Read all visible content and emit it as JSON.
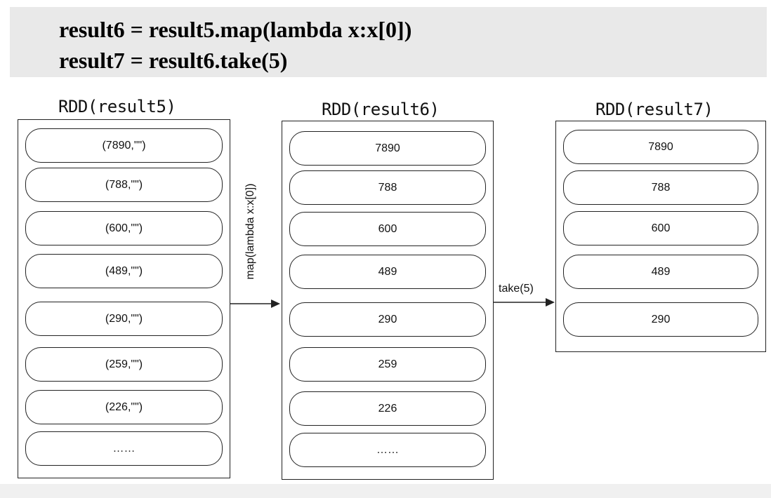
{
  "code": {
    "line1": "result6 = result5.map(lambda x:x[0])",
    "line2": "result7 = result6.take(5)"
  },
  "rdd_result5": {
    "title": "RDD(result5)",
    "items": [
      "(7890,\"\")",
      "(788,\"\")",
      "(600,\"\")",
      "(489,\"\")",
      "(290,\"\")",
      "(259,\"\")",
      "(226,\"\")",
      "……"
    ]
  },
  "rdd_result6": {
    "title": "RDD(result6)",
    "items": [
      "7890",
      "788",
      "600",
      "489",
      "290",
      "259",
      "226",
      "……"
    ]
  },
  "rdd_result7": {
    "title": "RDD(result7)",
    "items": [
      "7890",
      "788",
      "600",
      "489",
      "290"
    ]
  },
  "operations": {
    "map_label": "map(lambda x:x[0])",
    "take_label": "take(5)"
  }
}
